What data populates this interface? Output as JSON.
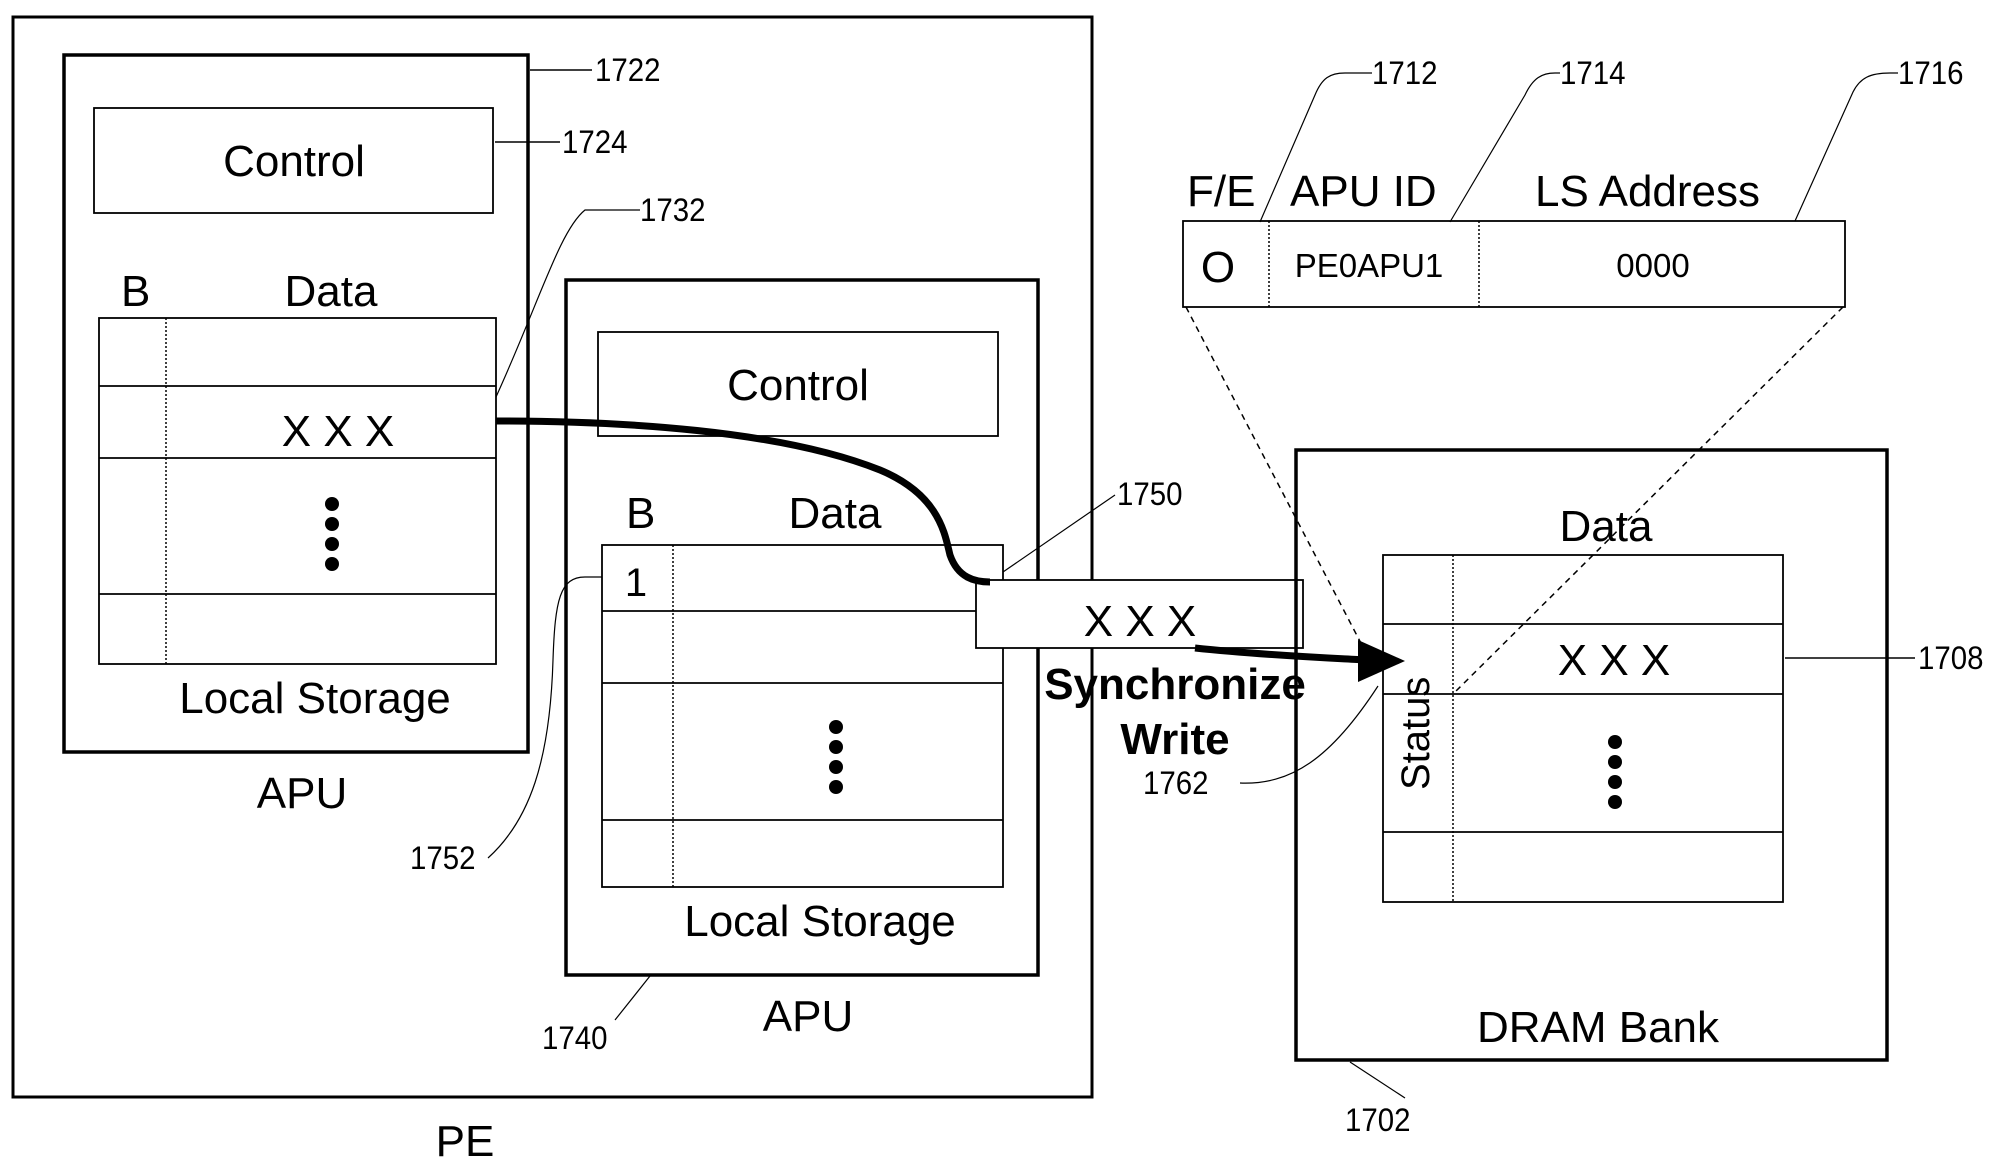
{
  "figure": {
    "pe": {
      "label": "PE"
    },
    "apu_1": {
      "label": "APU",
      "ref": "1722",
      "control": {
        "label": "Control",
        "ref": "1724"
      },
      "local_storage": {
        "label": "Local Storage",
        "col_b": "B",
        "col_data": "Data",
        "row_ref": "1732",
        "rows": [
          {
            "b": "",
            "data": ""
          },
          {
            "b": "",
            "data": "X X X"
          },
          {
            "b": "",
            "data": "ellipsis"
          },
          {
            "b": "",
            "data": ""
          }
        ]
      }
    },
    "apu_2": {
      "label": "APU",
      "ref": "1740",
      "control": {
        "label": "Control"
      },
      "local_storage": {
        "label": "Local Storage",
        "col_b": "B",
        "col_data": "Data",
        "busy_bit_ref": "1752",
        "rows": [
          {
            "b": "1",
            "data": ""
          },
          {
            "b": "",
            "data": ""
          },
          {
            "b": "",
            "data": "ellipsis"
          },
          {
            "b": "",
            "data": ""
          }
        ]
      }
    },
    "transfer": {
      "buffer_value": "X X X",
      "buffer_ref": "1750",
      "operation_line1": "Synchronize",
      "operation_line2": "Write",
      "status_ref": "1762"
    },
    "status_entry": {
      "headers": [
        "F/E",
        "APU ID",
        "LS Address"
      ],
      "refs": [
        "1712",
        "1714",
        "1716"
      ],
      "values": [
        "O",
        "PE0APU1",
        "0000"
      ]
    },
    "dram_bank": {
      "label": "DRAM Bank",
      "ref": "1702",
      "col_status": "Status",
      "col_data": "Data",
      "row_ref": "1708",
      "rows": [
        {
          "data": ""
        },
        {
          "data": "X X X"
        },
        {
          "data": "ellipsis"
        },
        {
          "data": ""
        }
      ]
    }
  }
}
